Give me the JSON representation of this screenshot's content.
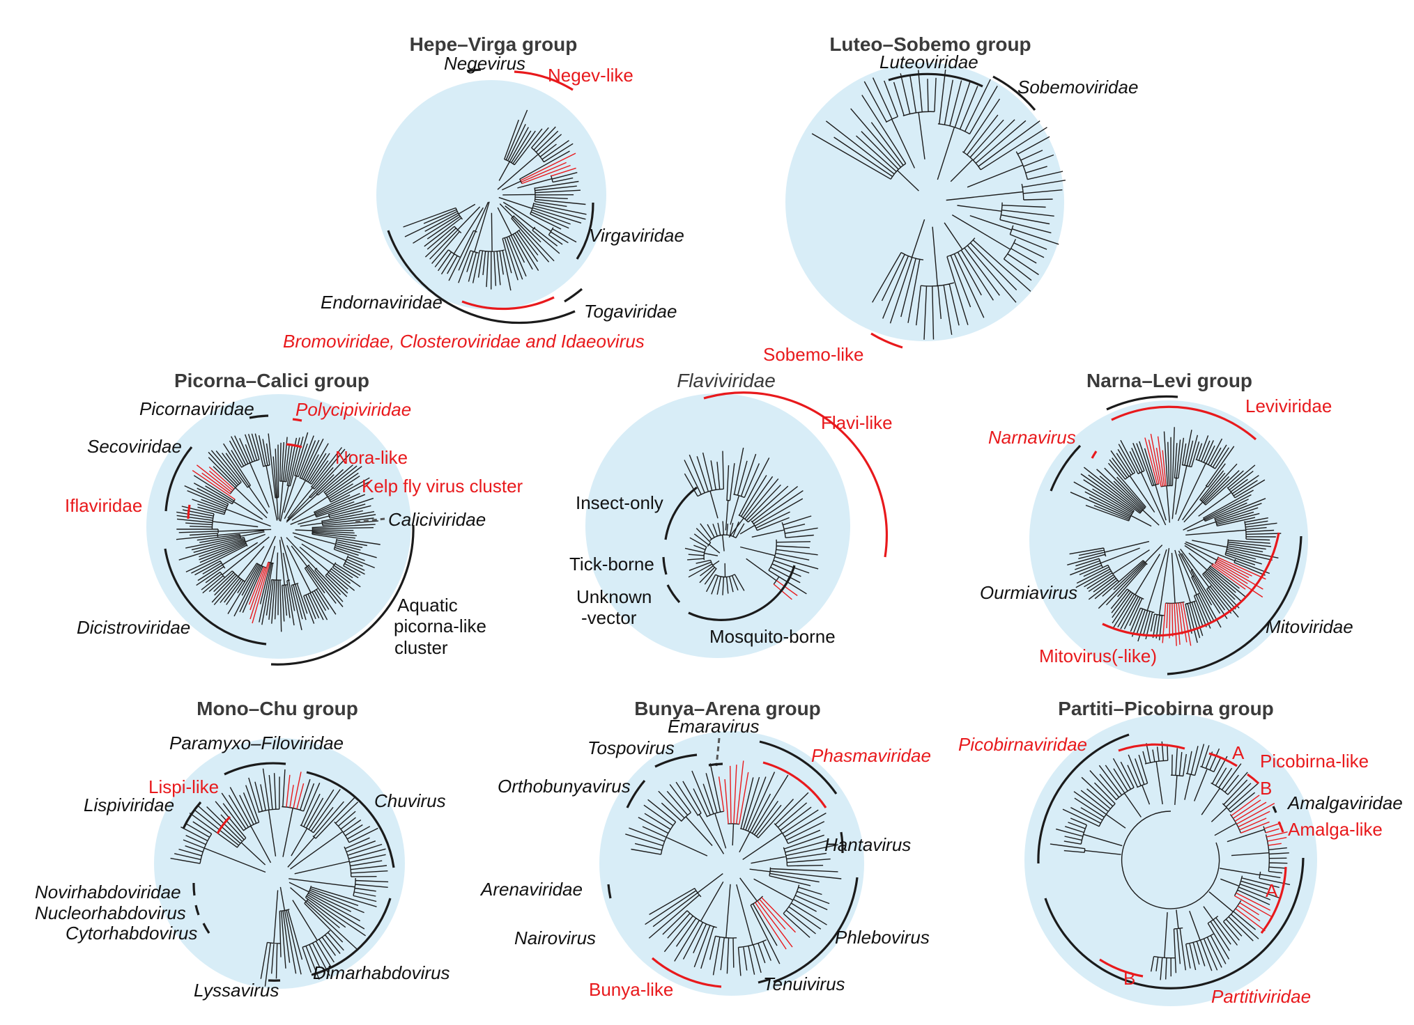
{
  "colors": {
    "background_disc": "#d8edf7",
    "tree_branch": "#1b1b1b",
    "highlight": "#e8191c",
    "label": "#111111",
    "title": "#3a3a3a"
  },
  "panels": [
    {
      "id": "hepe-virga",
      "title": "Hepe–Virga group",
      "title_italic": false,
      "density": 80,
      "labels": [
        {
          "text": "Negevirus",
          "italic": true,
          "red": false
        },
        {
          "text": "Negev-like",
          "italic": false,
          "red": true
        },
        {
          "text": "Virgaviridae",
          "italic": true,
          "red": false
        },
        {
          "text": "Endornaviridae",
          "italic": true,
          "red": false
        },
        {
          "text": "Togaviridae",
          "italic": true,
          "red": false
        },
        {
          "text": "Bromoviridae, Closteroviridae and Idaeovirus",
          "italic": true,
          "red": true
        }
      ]
    },
    {
      "id": "luteo-sobemo",
      "title": "Luteo–Sobemo group",
      "title_italic": false,
      "density": 70,
      "labels": [
        {
          "text": "Luteoviridae",
          "italic": true,
          "red": false
        },
        {
          "text": "Sobemoviridae",
          "italic": true,
          "red": false
        },
        {
          "text": "Sobemo-like",
          "italic": false,
          "red": true
        }
      ]
    },
    {
      "id": "picorna-calici",
      "title": "Picorna–Calici group",
      "title_italic": false,
      "density": 190,
      "labels": [
        {
          "text": "Picornaviridae",
          "italic": true,
          "red": false
        },
        {
          "text": "Polycipiviridae",
          "italic": true,
          "red": true
        },
        {
          "text": "Secoviridae",
          "italic": true,
          "red": false
        },
        {
          "text": "Nora-like",
          "italic": false,
          "red": true
        },
        {
          "text": "Kelp fly virus cluster",
          "italic": false,
          "red": true
        },
        {
          "text": "Iflaviridae",
          "italic": false,
          "red": true
        },
        {
          "text": "Caliciviridae",
          "italic": true,
          "red": false
        },
        {
          "text": "Aquatic",
          "italic": false,
          "red": false
        },
        {
          "text": "picorna-like",
          "italic": false,
          "red": false
        },
        {
          "text": "cluster",
          "italic": false,
          "red": false
        },
        {
          "text": "Dicistroviridae",
          "italic": true,
          "red": false
        }
      ]
    },
    {
      "id": "flaviviridae",
      "title": "Flaviviridae",
      "title_italic": true,
      "density": 40,
      "labels": [
        {
          "text": "Flavi-like",
          "italic": false,
          "red": true
        },
        {
          "text": "Insect-only",
          "italic": false,
          "red": false
        },
        {
          "text": "Tick-borne",
          "italic": false,
          "red": false
        },
        {
          "text": "Unknown",
          "italic": false,
          "red": false
        },
        {
          "text": "-vector",
          "italic": false,
          "red": false
        },
        {
          "text": "Mosquito-borne",
          "italic": false,
          "red": false
        }
      ]
    },
    {
      "id": "narna-levi",
      "title": "Narna–Levi group",
      "title_italic": false,
      "density": 180,
      "labels": [
        {
          "text": "Leviviridae",
          "italic": false,
          "red": true
        },
        {
          "text": "Narnavirus",
          "italic": true,
          "red": true
        },
        {
          "text": "Ourmiavirus",
          "italic": true,
          "red": false
        },
        {
          "text": "Mitoviridae",
          "italic": true,
          "red": false
        },
        {
          "text": "Mitovirus(-like)",
          "italic": false,
          "red": true
        }
      ]
    },
    {
      "id": "mono-chu",
      "title": "Mono–Chu group",
      "title_italic": false,
      "density": 95,
      "labels": [
        {
          "text": "Paramyxo–Filoviridae",
          "italic": true,
          "red": false
        },
        {
          "text": "Lispi-like",
          "italic": false,
          "red": true
        },
        {
          "text": "Lispiviridae",
          "italic": true,
          "red": false
        },
        {
          "text": "Chuvirus",
          "italic": true,
          "red": false
        },
        {
          "text": "Novirhabdoviridae",
          "italic": true,
          "red": false
        },
        {
          "text": "Nucleorhabdovirus",
          "italic": true,
          "red": false
        },
        {
          "text": "Cytorhabdovirus",
          "italic": true,
          "red": false
        },
        {
          "text": "Dimarhabdovirus",
          "italic": true,
          "red": false
        },
        {
          "text": "Lyssavirus",
          "italic": true,
          "red": false
        }
      ]
    },
    {
      "id": "bunya-arena",
      "title": "Bunya–Arena group",
      "title_italic": false,
      "density": 90,
      "labels": [
        {
          "text": "Emaravirus",
          "italic": true,
          "red": false
        },
        {
          "text": "Tospovirus",
          "italic": true,
          "red": false
        },
        {
          "text": "Phasmaviridae",
          "italic": true,
          "red": true
        },
        {
          "text": "Orthobunyavirus",
          "italic": true,
          "red": false
        },
        {
          "text": "Hantavirus",
          "italic": true,
          "red": false
        },
        {
          "text": "Arenaviridae",
          "italic": true,
          "red": false
        },
        {
          "text": "Nairovirus",
          "italic": true,
          "red": false
        },
        {
          "text": "Phlebovirus",
          "italic": true,
          "red": false
        },
        {
          "text": "Bunya-like",
          "italic": false,
          "red": true
        },
        {
          "text": "Tenuivirus",
          "italic": true,
          "red": false
        }
      ]
    },
    {
      "id": "partiti-picobirna",
      "title": "Partiti–Picobirna group",
      "title_italic": false,
      "density": 110,
      "labels": [
        {
          "text": "Picobirnaviridae",
          "italic": true,
          "red": true
        },
        {
          "text": "A",
          "italic": false,
          "red": true
        },
        {
          "text": "Picobirna-like",
          "italic": false,
          "red": true
        },
        {
          "text": "B",
          "italic": false,
          "red": true
        },
        {
          "text": "Amalgaviridae",
          "italic": true,
          "red": false
        },
        {
          "text": "Amalga-like",
          "italic": false,
          "red": true
        },
        {
          "text": "A",
          "italic": false,
          "red": true
        },
        {
          "text": "B",
          "italic": false,
          "red": true
        },
        {
          "text": "Partitiviridae",
          "italic": true,
          "red": true
        }
      ]
    }
  ]
}
